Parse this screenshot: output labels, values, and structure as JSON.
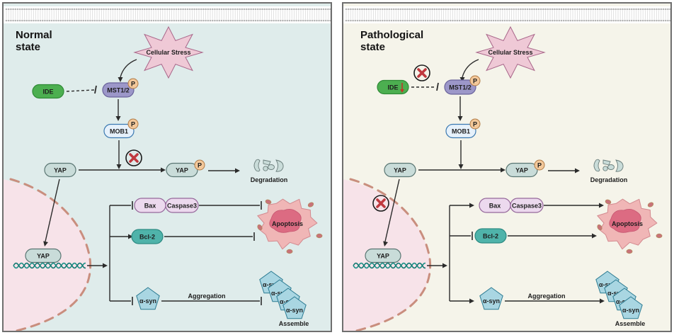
{
  "colors": {
    "normal_bg": "#dfeceb",
    "pathological_bg": "#f5f4ea",
    "nucleus": "#f7e3e9",
    "nucleus_border": "#c98e7e",
    "ide": "#4caf50",
    "mst": "#9c97c9",
    "mob1": "#e6f1fb",
    "yap": "#c9dcd9",
    "phospho": "#f3c89a",
    "bax_caspase": "#ecd9ee",
    "bcl2": "#4fb3aa",
    "asyn": "#a9d6e2",
    "stress": "#efc9d6",
    "apoptosis_outer": "#f0b6b6",
    "apoptosis_inner": "#dc6b82",
    "inhibit_x": "#c0393f",
    "dna": "#1c9087"
  },
  "panels": [
    {
      "id": "normal",
      "title": "Normal\nstate",
      "nodes": {
        "stress": "Cellular Stress",
        "ide": "IDE",
        "mst": "MST1/2",
        "mob1": "MOB1",
        "yap_cyto": "YAP",
        "yap_p": "YAP",
        "yap_nuc": "YAP",
        "bax": "Bax",
        "caspase": "Caspase3",
        "bcl2": "Bcl-2",
        "asyn": "α-syn",
        "asyn_stack": [
          "α-syn",
          "α-syn",
          "α-syn",
          "α-syn"
        ],
        "phospho": "P"
      },
      "labels": {
        "degradation": "Degradation",
        "apoptosis": "Apoptosis",
        "aggregation": "Aggregation",
        "assemble": "Assemble"
      },
      "edges": {
        "ide_to_mst": "inhibit-dashed",
        "mob1_to_yap": "blocked",
        "yap_to_nucleus": "active",
        "to_bax": "inhibit",
        "to_bcl2": "activate",
        "to_asyn": "inhibit",
        "bax_to_apoptosis": "inhibit",
        "bcl2_to_apoptosis": "inhibit",
        "asyn_to_assemble": "inhibit"
      },
      "ide_downregulated": false
    },
    {
      "id": "pathological",
      "title": "Pathological\nstate",
      "nodes": {
        "stress": "Cellular Stress",
        "ide": "IDE",
        "mst": "MST1/2",
        "mob1": "MOB1",
        "yap_cyto": "YAP",
        "yap_p": "YAP",
        "yap_nuc": "YAP",
        "bax": "Bax",
        "caspase": "Caspase3",
        "bcl2": "Bcl-2",
        "asyn": "α-syn",
        "asyn_stack": [
          "α-syn",
          "α-syn",
          "α-syn",
          "α-syn"
        ],
        "phospho": "P"
      },
      "labels": {
        "degradation": "Degradation",
        "apoptosis": "Apoptosis",
        "aggregation": "Aggregation",
        "assemble": "Assemble"
      },
      "edges": {
        "ide_to_mst": "blocked",
        "mob1_to_yap": "active",
        "yap_to_nucleus": "blocked",
        "to_bax": "activate",
        "to_bcl2": "inhibit",
        "to_asyn": "activate",
        "bax_to_apoptosis": "activate",
        "bcl2_to_apoptosis": "activate",
        "asyn_to_assemble": "activate"
      },
      "ide_downregulated": true
    }
  ]
}
